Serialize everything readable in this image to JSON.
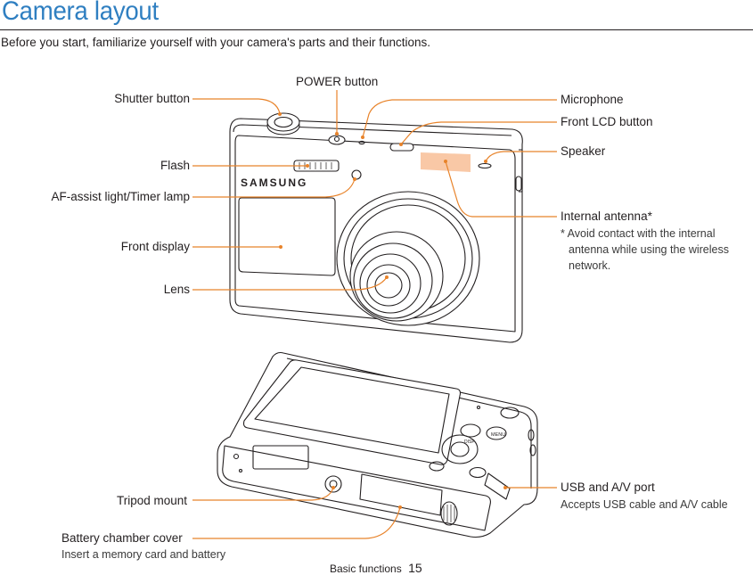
{
  "header": {
    "title": "Camera layout",
    "subtitle": "Before you start, familiarize yourself with your camera's parts and their functions."
  },
  "labels": {
    "power_button": "POWER button",
    "shutter_button": "Shutter button",
    "flash": "Flash",
    "af_assist": "AF-assist light/Timer lamp",
    "front_display": "Front display",
    "lens": "Lens",
    "microphone": "Microphone",
    "front_lcd_button": "Front LCD button",
    "speaker": "Speaker",
    "internal_antenna": "Internal antenna*",
    "tripod_mount": "Tripod mount",
    "usb_port": "USB and A/V port",
    "battery_chamber": "Battery chamber cover"
  },
  "descriptions": {
    "antenna_note_1": "* Avoid contact with the internal",
    "antenna_note_2": "antenna while using the wireless",
    "antenna_note_3": "network.",
    "usb_desc": "Accepts USB cable and A/V cable",
    "battery_desc": "Insert a memory card and battery"
  },
  "camera": {
    "brand": "SAMSUNG",
    "button_menu": "MENU",
    "button_disp": "DISP"
  },
  "footer": {
    "section": "Basic functions",
    "page": "15"
  },
  "colors": {
    "title": "#2f7fc1",
    "callout_line": "#e8832a",
    "antenna_area": "#f9c8a6"
  }
}
